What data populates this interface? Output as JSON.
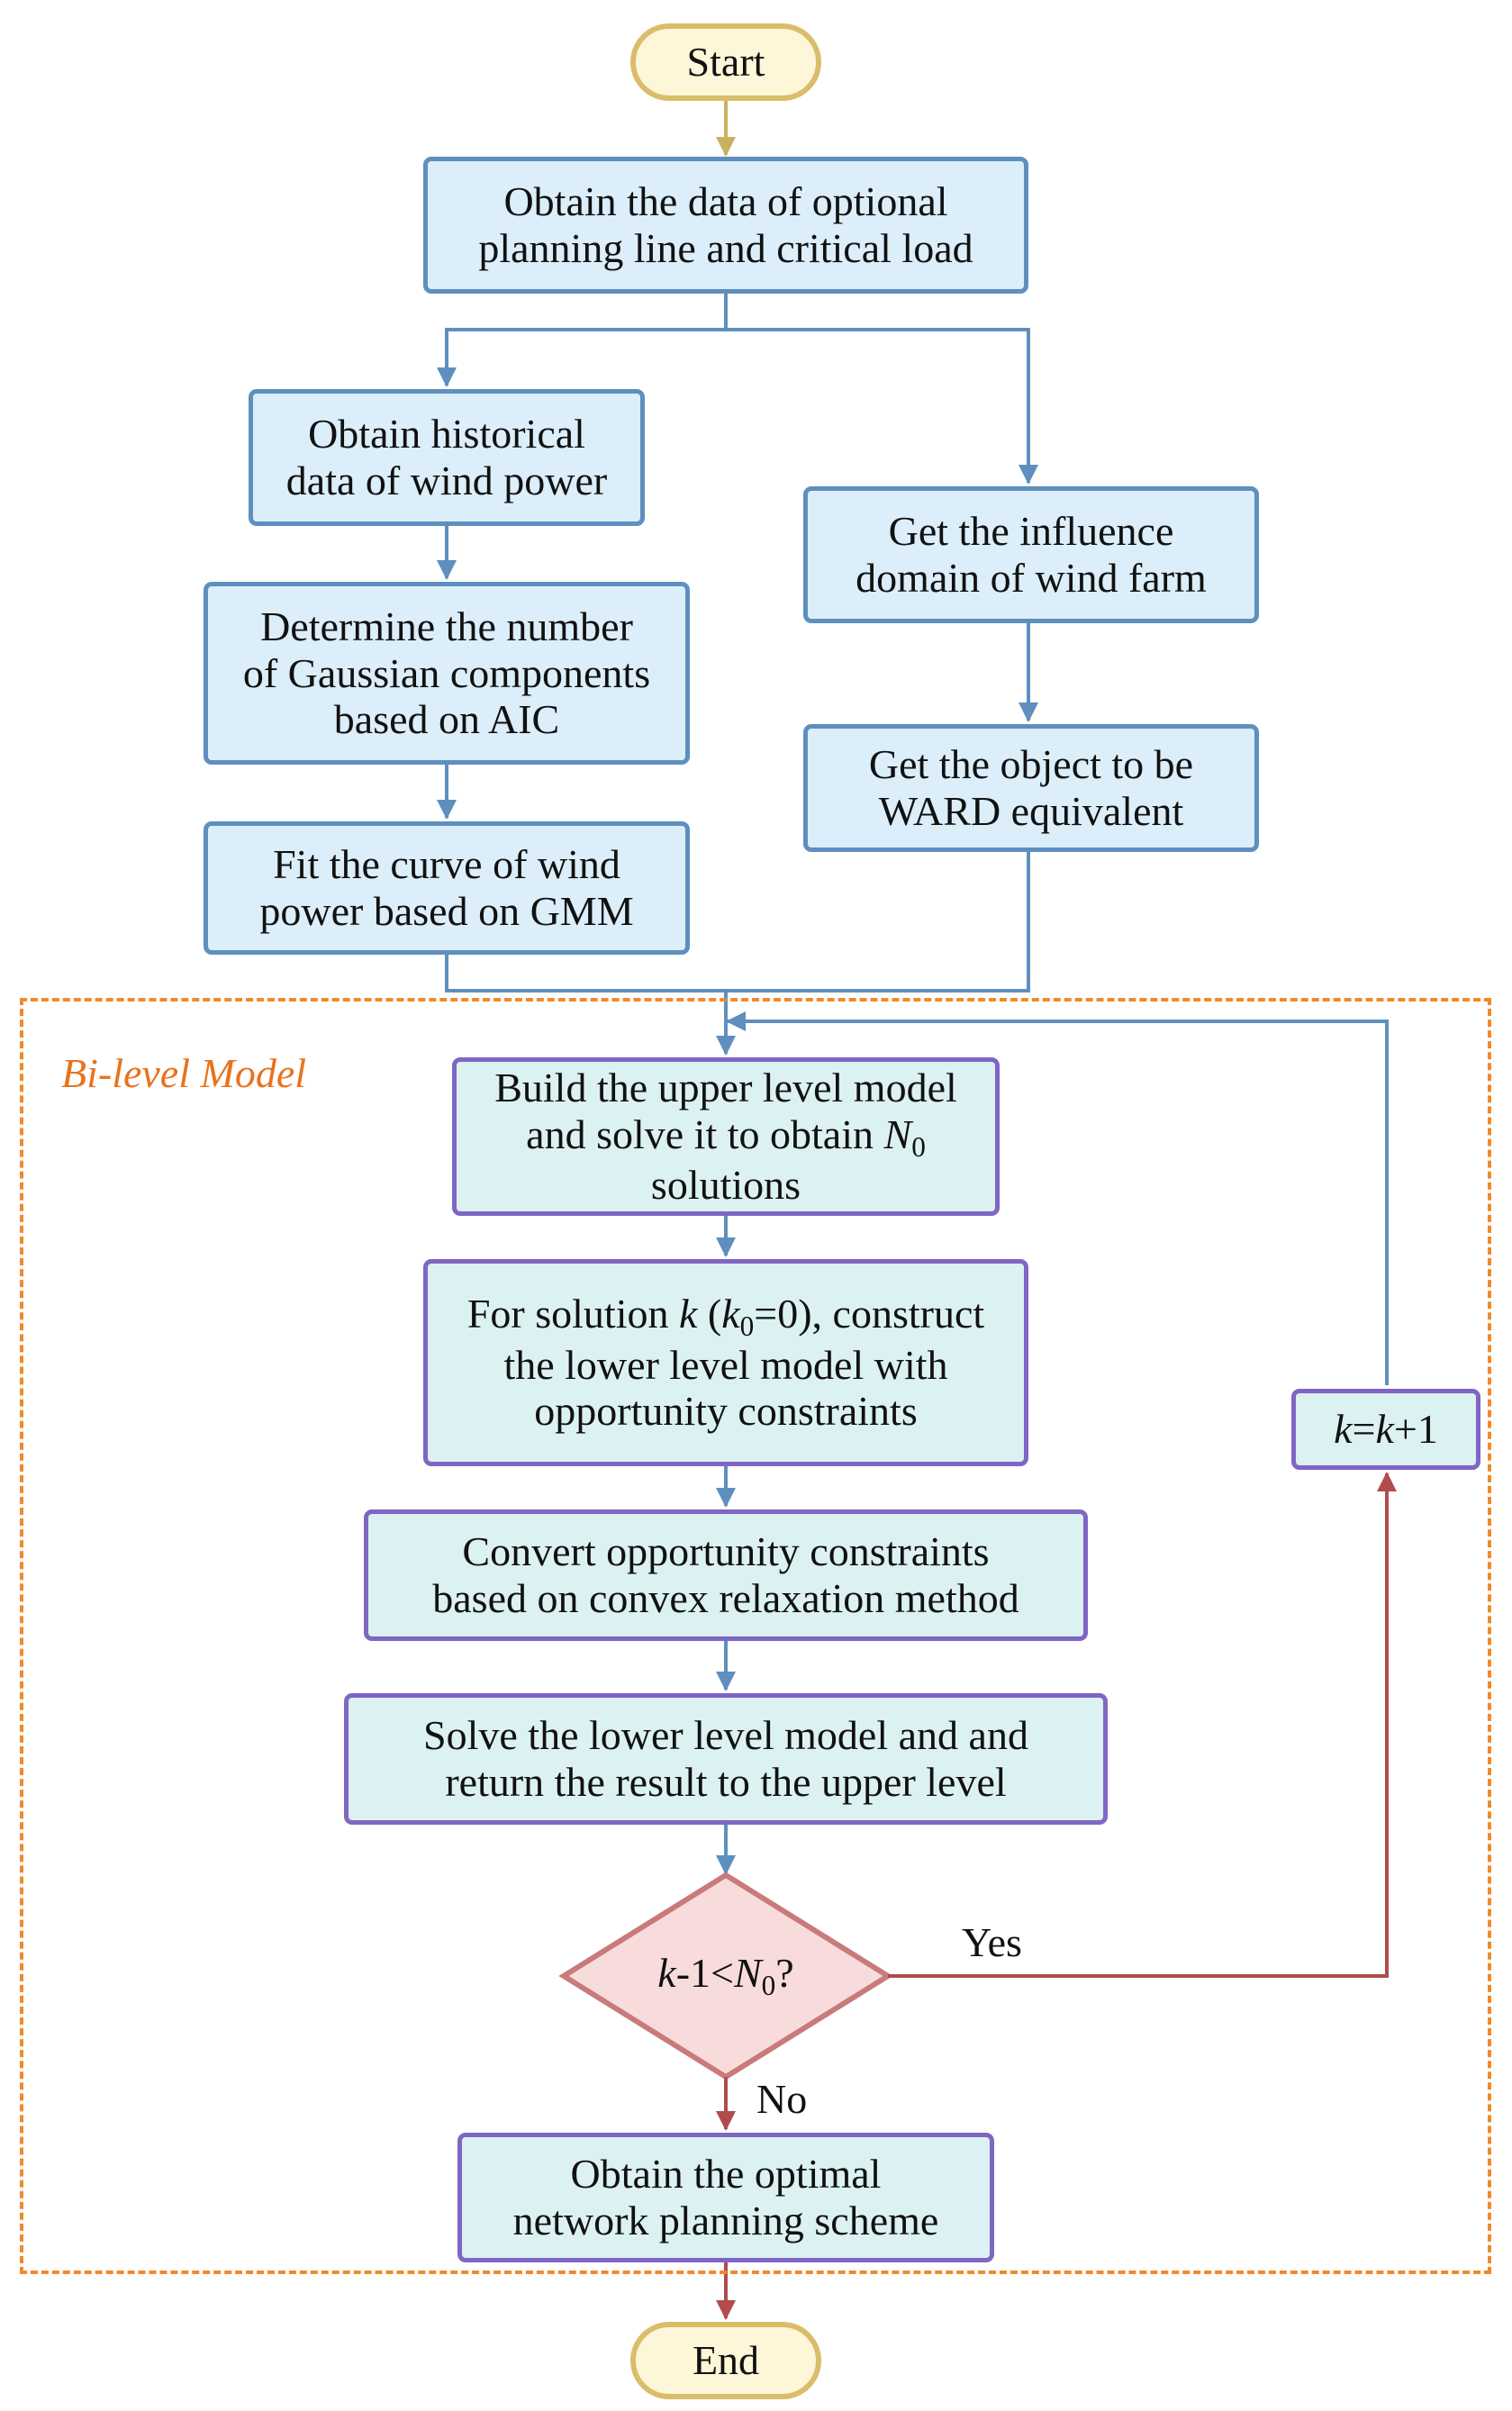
{
  "frame": {
    "label": "Bi-level Model"
  },
  "nodes": {
    "start": "Start",
    "obtain_data": [
      "Obtain the data of optional",
      "planning line and critical load"
    ],
    "historical": [
      "Obtain historical",
      "data of wind power"
    ],
    "gaussian": [
      "Determine the number",
      "of Gaussian components",
      "based on AIC"
    ],
    "fit_curve": [
      "Fit the curve of wind",
      "power based on GMM"
    ],
    "influence": [
      "Get the influence",
      "domain of wind farm"
    ],
    "ward": [
      "Get the object to be",
      "WARD equivalent"
    ],
    "upper": {
      "line1": "Build the upper level model",
      "line2_prefix": "and solve it to obtain ",
      "line2_var": "N",
      "line2_sub": "0",
      "line3": "solutions"
    },
    "lower": {
      "line1_prefix": "For solution ",
      "line1_var": "k",
      "line1_paren_open": " (",
      "line1_var2": "k",
      "line1_sub": "0",
      "line1_suffix": "=0), construct",
      "line2": "the lower level model with",
      "line3": "opportunity constraints"
    },
    "convert": [
      "Convert opportunity constraints",
      "based on convex relaxation method"
    ],
    "solve": [
      "Solve the lower level model and and",
      "return the result to the upper level"
    ],
    "decision": {
      "var": "k",
      "mid": "-1<",
      "var2": "N",
      "sub": "0",
      "suffix": "?"
    },
    "increment": {
      "var": "k",
      "eq": "=",
      "var2": "k",
      "suffix": "+1"
    },
    "optimal": [
      "Obtain the optimal",
      "network planning scheme"
    ],
    "end": "End"
  },
  "edges": {
    "yes": "Yes",
    "no": "No"
  },
  "colors": {
    "blue_arrow": "#5e8fbf",
    "red_arrow": "#b14c4c",
    "gold_arrow": "#c9b15f",
    "frame": "#f08a2a"
  }
}
